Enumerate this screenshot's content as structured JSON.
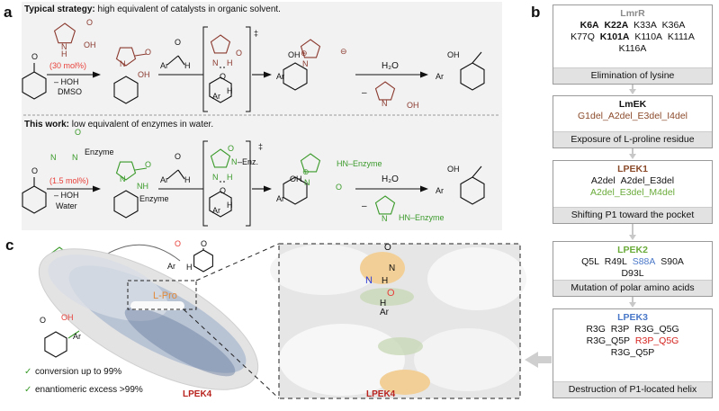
{
  "panel_labels": {
    "a": "a",
    "b": "b",
    "c": "c"
  },
  "scheme": {
    "typical": {
      "title_bold": "Typical strategy:",
      "title_rest": " high equivalent of catalysts in organic solvent.",
      "loading": "(30 mol%)",
      "minus_hoh": "– HOH",
      "solvent": "DMSO",
      "oh": "OH",
      "n": "N",
      "h": "H",
      "o": "O",
      "ar": "Ar",
      "ts_mark": "‡",
      "plus": "⊕",
      "minus_charge": "⊖",
      "water": "H₂O",
      "minus": "–"
    },
    "this_work": {
      "title_bold": "This work:",
      "title_rest": " low equivalent of enzymes in water.",
      "loading": "(1.5 mol%)",
      "minus_hoh": "– HOH",
      "solvent": "Water",
      "enzyme": "Enzyme",
      "enz": "–Enz.",
      "hn_enzyme": "HN–Enzyme",
      "nh": "NH",
      "n_enzyme": "N",
      "oh": "OH",
      "n": "N",
      "h": "H",
      "o": "O",
      "ar": "Ar",
      "ts_mark": "‡",
      "plus": "⊕",
      "water": "H₂O",
      "minus": "–"
    }
  },
  "evolution": [
    {
      "name": "LmrR",
      "name_color": "#8a8a8a",
      "lines": [
        [
          {
            "t": "K6A",
            "bold": true
          },
          {
            "t": "K22A",
            "bold": true
          },
          {
            "t": "K33A"
          },
          {
            "t": "K36A"
          }
        ],
        [
          {
            "t": "K77Q"
          },
          {
            "t": "K101A",
            "bold": true
          },
          {
            "t": "K110A"
          },
          {
            "t": "K111A"
          }
        ],
        [
          {
            "t": "K116A"
          }
        ]
      ],
      "footer": "Elimination of lysine"
    },
    {
      "name": "LmEK",
      "name_color": "#111111",
      "lines": [
        [
          {
            "t": "G1del_A2del_E3del_I4del",
            "color": "#8b4a2a"
          }
        ]
      ],
      "footer": "Exposure of L-proline residue"
    },
    {
      "name": "LPEK1",
      "name_color": "#8b4a2a",
      "lines": [
        [
          {
            "t": "A2del"
          },
          {
            "t": "A2del_E3del"
          }
        ],
        [
          {
            "t": "A2del_E3del_M4del",
            "color": "#6aab3a"
          }
        ]
      ],
      "footer": "Shifting P1 toward the pocket"
    },
    {
      "name": "LPEK2",
      "name_color": "#6aab3a",
      "lines": [
        [
          {
            "t": "Q5L"
          },
          {
            "t": "R49L"
          },
          {
            "t": "S88A",
            "color": "#4a78c8"
          },
          {
            "t": "S90A"
          }
        ],
        [
          {
            "t": "D93L"
          }
        ]
      ],
      "footer": "Mutation of polar amino acids"
    },
    {
      "name": "LPEK3",
      "name_color": "#4a78c8",
      "lines": [
        [
          {
            "t": "R3G"
          },
          {
            "t": "R3P"
          },
          {
            "t": "R3G_Q5G"
          }
        ],
        [
          {
            "t": "R3G_Q5P"
          },
          {
            "t": "R3P_Q5G",
            "color": "#d4231e"
          }
        ],
        [
          {
            "t": "R3G_Q5P"
          }
        ]
      ],
      "footer": "Destruction of P1-located helix"
    }
  ],
  "structure": {
    "active_site": "L-Pro",
    "protein_label": "LPEK4",
    "zoom_label": "LPEK4",
    "check": "✓",
    "results": [
      "conversion up to 99%",
      "enantiomeric excess >99%"
    ],
    "atoms": {
      "o": "O",
      "oh": "OH",
      "ar": "Ar",
      "h": "H",
      "n": "N"
    }
  },
  "colors": {
    "brown": "#8b3a2f",
    "green": "#3a9a2a",
    "red": "#e8403a",
    "blue": "#4a78c8",
    "panel_bg": "#f2f2f2"
  }
}
